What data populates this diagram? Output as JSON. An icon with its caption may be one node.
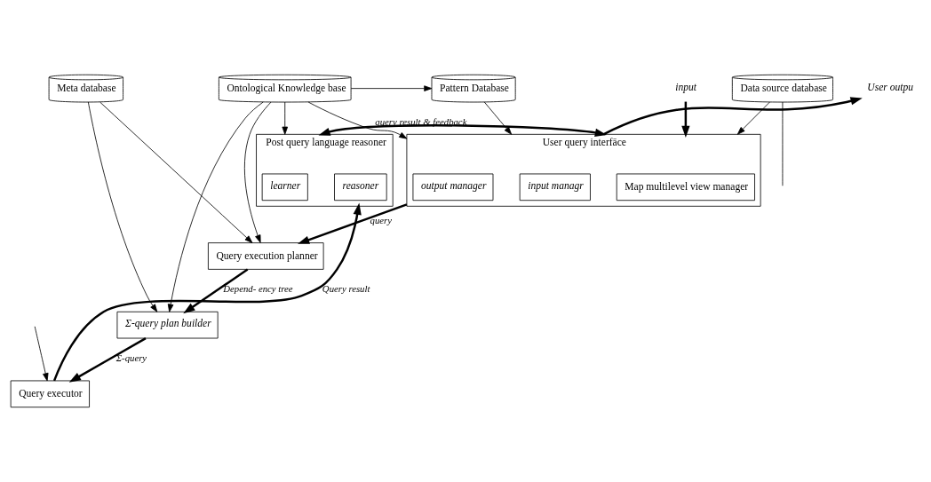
{
  "diagram": {
    "nodes": [
      {
        "text": [
          "Pattern Database"
        ]
      },
      {
        "text": [
          "Ontological Knowledge base"
        ]
      },
      {
        "text": [
          "Meta database"
        ]
      },
      {
        "text": [
          "Data source database"
        ]
      },
      {
        "text": [
          "input"
        ]
      },
      {
        "text": [
          "User outpu"
        ]
      },
      {
        "text": [
          "User query interfāce"
        ]
      },
      {
        "text": [
          "input managr"
        ],
        "in": 6
      },
      {
        "text": [
          "output manager"
        ],
        "in": 6
      },
      {
        "text": [
          "Map multilevel view manager"
        ],
        "in": 6
      },
      {
        "text": [
          "Query execution planner"
        ]
      },
      {
        "text": [
          "Σ-query plan builder"
        ]
      },
      {
        "text": [
          "Post query language reasoner"
        ]
      },
      {
        "text": [
          "reasoner"
        ],
        "in": 12
      },
      {
        "text": [
          "learner"
        ],
        "in": 12
      },
      {
        "text": [
          "Query executor"
        ]
      }
    ],
    "edges": [
      {
        "from": 0,
        "to": 6,
        "arrow": "to"
      },
      {
        "from": 1,
        "to": 6,
        "arrow": "to"
      },
      {
        "from": 1,
        "to": 0,
        "arrow": "to"
      },
      {
        "from": 1,
        "to": 12,
        "arrow": "to"
      },
      {
        "from": 1,
        "to": 11,
        "arrow": "to"
      },
      {
        "from": 1,
        "to": 10,
        "arrow": "to"
      },
      {
        "from": 2,
        "to": 10,
        "arrow": "to"
      },
      {
        "from": 2,
        "to": 11,
        "arrow": "to"
      },
      {
        "from": 3,
        "to": 6,
        "arrow": "to"
      },
      {
        "from": 3,
        "to": null,
        "arrow": "none"
      },
      {
        "from": null,
        "to": 15,
        "arrow": "to"
      },
      {
        "from": 4,
        "to": 6,
        "arrow": "to",
        "style": "thick"
      },
      {
        "from": 6,
        "to": 5,
        "arrow": "to",
        "style": "thick"
      },
      {
        "from": 6,
        "to": 10,
        "arrow": "to",
        "style": "thick",
        "label": "query"
      },
      {
        "from": 10,
        "to": 11,
        "arrow": "to",
        "style": "thick",
        "label": "Depend- ency tree"
      },
      {
        "from": 11,
        "to": 15,
        "arrow": "to",
        "style": "thick",
        "label": "Σ-query"
      },
      {
        "from": 15,
        "to": 12,
        "arrow": "to",
        "style": "thick",
        "label": "Query result"
      },
      {
        "from": 12,
        "to": 6,
        "arrow": "both",
        "style": "thick",
        "label": "query result & feedback"
      }
    ]
  }
}
